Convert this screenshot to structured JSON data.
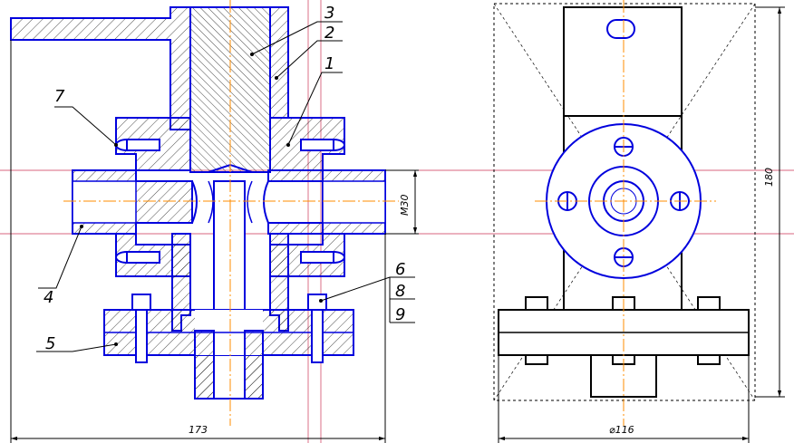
{
  "callouts": [
    {
      "id": "1",
      "text": "1"
    },
    {
      "id": "2",
      "text": "2"
    },
    {
      "id": "3",
      "text": "3"
    },
    {
      "id": "4",
      "text": "4"
    },
    {
      "id": "5",
      "text": "5"
    },
    {
      "id": "6",
      "text": "6"
    },
    {
      "id": "7",
      "text": "7"
    },
    {
      "id": "8",
      "text": "8"
    },
    {
      "id": "9",
      "text": "9"
    }
  ],
  "dimensions": {
    "overall_width": "173",
    "thread": "M30",
    "height": "180",
    "diameter": "⌀116"
  },
  "colors": {
    "outline": "#0000dd",
    "hatch": "#000000",
    "axis": "#ff8c00",
    "construction": "#cc3355",
    "dim": "#000000",
    "dashed": "#000000"
  }
}
